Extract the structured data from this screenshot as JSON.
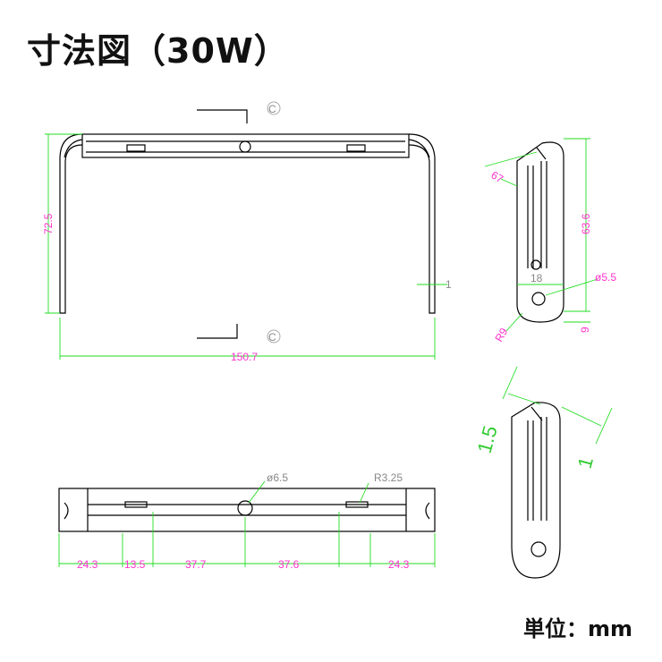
{
  "title": "寸法図（30W）",
  "unit_label": "単位：mm",
  "front_view": {
    "height": "72.5",
    "width": "150.7",
    "thickness": "1",
    "marker_top": "C",
    "marker_bottom": "C"
  },
  "side_view": {
    "angle": "67",
    "height": "63.6",
    "hole_offset": "18",
    "hole_dia": "ø5.5",
    "radius": "R9",
    "bottom": "9"
  },
  "detail_view": {
    "dim_a": "1.5",
    "dim_b": "1"
  },
  "top_view": {
    "hole_dia": "ø6.5",
    "slot_radius": "R3.25",
    "spacings": [
      "24.3",
      "13.5",
      "37.7",
      "37.6",
      "24.3"
    ]
  }
}
